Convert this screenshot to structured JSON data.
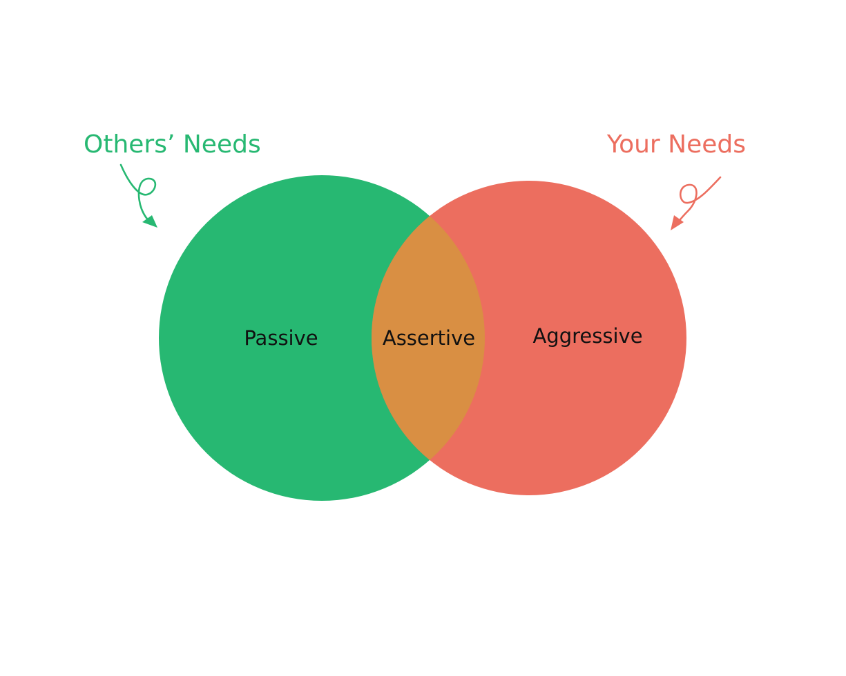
{
  "diagram": {
    "sets": [
      {
        "id": "others",
        "title": "Others’ Needs",
        "region_label": "Passive",
        "color": "#27B872"
      },
      {
        "id": "yours",
        "title": "Your Needs",
        "region_label": "Aggressive",
        "color": "#EC6E5F"
      }
    ],
    "intersection": {
      "label": "Assertive",
      "color": "#D98F43"
    },
    "icons": {
      "left_arrow": "curly-arrow-icon",
      "right_arrow": "curly-arrow-icon"
    }
  }
}
